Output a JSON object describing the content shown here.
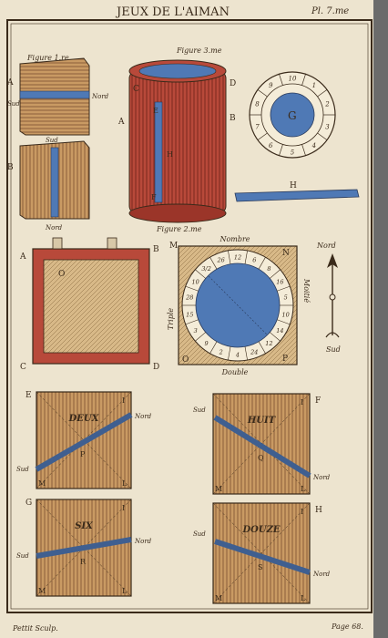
{
  "header": {
    "title": "JEUX DE L'AIMAN",
    "plate": "Pl. 7.me"
  },
  "footer": {
    "engraver": "Pettit Sculp.",
    "page": "Page 68."
  },
  "fig1": {
    "label": "Figure 1.re",
    "a": "A",
    "b": "B",
    "nord": "Nord",
    "sud": "Sud",
    "sud2": "Sud",
    "nord2": "Nord"
  },
  "fig3": {
    "label": "Figure 3.me",
    "c": "C",
    "d": "D",
    "a": "A",
    "b": "B",
    "e": "E",
    "h": "H",
    "f": "F",
    "g": "G"
  },
  "fig2": {
    "label": "Figure 2.me"
  },
  "dial": {
    "center": "G",
    "numbers": [
      "10",
      "1",
      "2",
      "3",
      "4",
      "5",
      "6",
      "7",
      "8",
      "9"
    ]
  },
  "rod": {
    "label": "H"
  },
  "box": {
    "a": "A",
    "b": "B",
    "c": "C",
    "d": "D",
    "o": "O"
  },
  "board": {
    "m": "M",
    "n": "N",
    "o": "O",
    "p": "P",
    "top": "Nombre",
    "bottom": "Double",
    "left": "Triple",
    "right": "Moitié",
    "numbers": [
      "12",
      "6",
      "8",
      "16",
      "5",
      "10",
      "14",
      "12",
      "24",
      "4",
      "2",
      "9",
      "3",
      "15",
      "28",
      "10",
      "3/2",
      "26"
    ]
  },
  "compass": {
    "nord": "Nord",
    "sud": "Sud"
  },
  "tiles": [
    {
      "title": "DEUX",
      "tl": "E",
      "tr": "I",
      "bl": "M",
      "br": "L",
      "mid": "P",
      "nord": "Nord",
      "sud": "Sud"
    },
    {
      "title": "HUIT",
      "tl": "",
      "tr": "F",
      "bl": "M",
      "br": "L",
      "mid": "Q",
      "nord": "Nord",
      "sud": "Sud",
      "outer": "I"
    },
    {
      "title": "SIX",
      "tl": "G",
      "tr": "I",
      "bl": "M",
      "br": "L",
      "mid": "R",
      "nord": "Nord",
      "sud": "Sud"
    },
    {
      "title": "DOUZE",
      "tl": "",
      "tr": "H",
      "bl": "M",
      "br": "L",
      "mid": "S",
      "nord": "Nord",
      "sud": "Sud",
      "outer": "I"
    }
  ],
  "colors": {
    "paper": "#ede4cf",
    "wood": "#c99a63",
    "redWood": "#b8493a",
    "blue": "#4f79b5",
    "ink": "#3a2a1a"
  }
}
